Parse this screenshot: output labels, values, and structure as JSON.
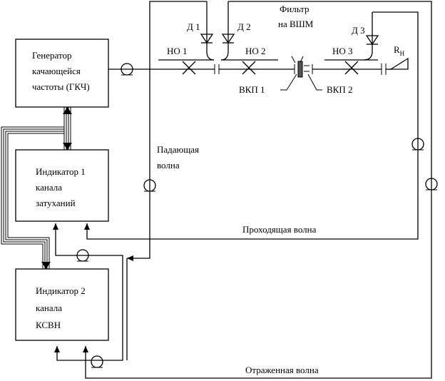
{
  "blocks": {
    "generator": [
      "Генератор",
      "качающейся",
      "частоты (ГКЧ)"
    ],
    "indicator1": [
      "Индикатор 1",
      "канала",
      "затуханий"
    ],
    "indicator2": [
      "Индикатор 2",
      "канала",
      "КСВН"
    ]
  },
  "detectors": {
    "d1": "Д 1",
    "d2": "Д 2",
    "d3": "Д 3"
  },
  "couplers": {
    "no1": "НО 1",
    "no2": "НО 2",
    "no3": "НО 3"
  },
  "filter": [
    "Фильтр",
    "на ВШМ"
  ],
  "vkp": {
    "vkp1": "ВКП 1",
    "vkp2": "ВКП 2"
  },
  "load": {
    "main": "R",
    "sub": "Н"
  },
  "waves": {
    "incident": [
      "Падающая",
      "волна"
    ],
    "transmitted": "Проходящая волна",
    "reflected": "Отраженная волна"
  }
}
